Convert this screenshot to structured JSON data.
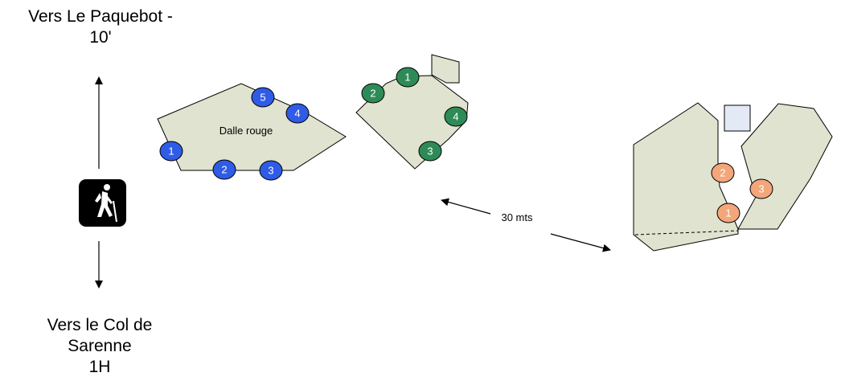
{
  "directions": {
    "north": {
      "line1": "Vers Le Paquebot -",
      "line2": "10'"
    },
    "south": {
      "line1": "Vers le Col de",
      "line2": "Sarenne",
      "line3": "1H"
    }
  },
  "hiker_icon": "hiker-icon",
  "sectors": {
    "dalle_rouge": {
      "label": "Dalle rouge",
      "routes": [
        "1",
        "2",
        "3",
        "4",
        "5"
      ],
      "color": "#2f5be6"
    },
    "middle_block": {
      "routes": [
        "1",
        "2",
        "3",
        "4"
      ],
      "color": "#2e8b57"
    },
    "right_block": {
      "routes": [
        "1",
        "2",
        "3"
      ],
      "color": "#f2a67a"
    }
  },
  "distance": {
    "label": "30 mts"
  },
  "colors": {
    "rock_fill": "#dfe3cf",
    "rock_stroke": "#000000",
    "square_fill": "#e4e9f6"
  }
}
